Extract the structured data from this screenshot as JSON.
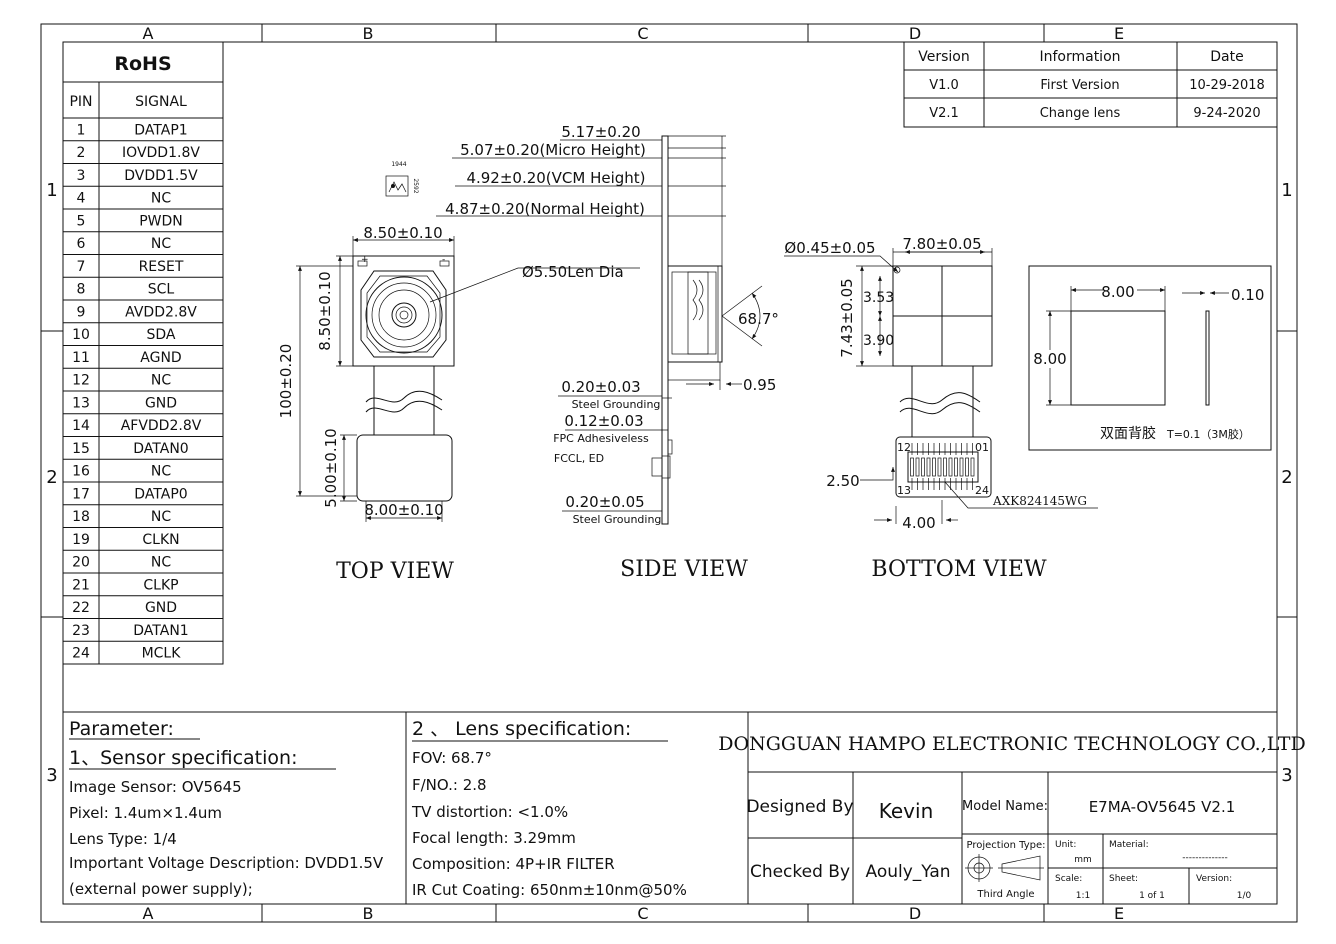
{
  "zones": {
    "cols": [
      "A",
      "B",
      "C",
      "D",
      "E"
    ],
    "rows": [
      "1",
      "2",
      "3"
    ]
  },
  "pin_table": {
    "title": "RoHS",
    "header_pin": "PIN",
    "header_signal": "SIGNAL",
    "rows": [
      [
        "1",
        "DATAP1"
      ],
      [
        "2",
        "IOVDD1.8V"
      ],
      [
        "3",
        "DVDD1.5V"
      ],
      [
        "4",
        "NC"
      ],
      [
        "5",
        "PWDN"
      ],
      [
        "6",
        "NC"
      ],
      [
        "7",
        "RESET"
      ],
      [
        "8",
        "SCL"
      ],
      [
        "9",
        "AVDD2.8V"
      ],
      [
        "10",
        "SDA"
      ],
      [
        "11",
        "AGND"
      ],
      [
        "12",
        "NC"
      ],
      [
        "13",
        "GND"
      ],
      [
        "14",
        "AFVDD2.8V"
      ],
      [
        "15",
        "DATAN0"
      ],
      [
        "16",
        "NC"
      ],
      [
        "17",
        "DATAP0"
      ],
      [
        "18",
        "NC"
      ],
      [
        "19",
        "CLKN"
      ],
      [
        "20",
        "NC"
      ],
      [
        "21",
        "CLKP"
      ],
      [
        "22",
        "GND"
      ],
      [
        "23",
        "DATAN1"
      ],
      [
        "24",
        "MCLK"
      ]
    ]
  },
  "revision": {
    "headers": [
      "Version",
      "Information",
      "Date"
    ],
    "rows": [
      [
        "V1.0",
        "First Version",
        "10-29-2018"
      ],
      [
        "V2.1",
        "Change lens",
        "9-24-2020"
      ]
    ]
  },
  "views": {
    "top": {
      "title": "TOP VIEW",
      "dim_width": "8.50±0.10",
      "dim_height": "8.50±0.10",
      "dim_total": "100±0.20",
      "dim_pad_h": "5.00±0.10",
      "dim_pad_w": "8.00±0.10",
      "lens_dia": "Ø5.50Len Dia",
      "label_a": "1944",
      "label_b": "2592"
    },
    "side": {
      "title": "SIDE VIEW",
      "h1": "5.17±0.20",
      "h2": "5.07±0.20(Micro Height)",
      "h3": "4.92±0.20(VCM Height)",
      "h4": "4.87±0.20(Normal Height)",
      "angle": "68.7°",
      "d095": "0.95",
      "steel1_dim": "0.20±0.03",
      "steel1_label": "Steel Grounding",
      "fpc_dim": "0.12±0.03",
      "fpc_label": "FPC Adhesiveless",
      "fccl": "FCCL, ED",
      "steel2_dim": "0.20±0.05",
      "steel2_label": "Steel Grounding"
    },
    "bottom": {
      "title": "BOTTOM VIEW",
      "hole": "Ø0.45±0.05",
      "width": "7.80±0.05",
      "height": "7.43±0.05",
      "d353": "3.53",
      "d390": "3.90",
      "pin12": "12",
      "pin01": "01",
      "pin13": "13",
      "pin24": "24",
      "connector": "AXK824145WG",
      "d250": "2.50",
      "d400": "4.00"
    },
    "tape": {
      "w": "8.00",
      "h": "8.00",
      "t": "0.10",
      "note": "双面背胶",
      "note_small": "T=0.1（3M胶）"
    }
  },
  "params": {
    "title": "Parameter:",
    "sensor_title": "1、Sensor specification:",
    "sensor_lines": [
      "Image Sensor: OV5645",
      "Pixel: 1.4um×1.4um",
      "Lens Type: 1/4",
      "Important Voltage Description: DVDD1.5V",
      "(external power supply);"
    ],
    "lens_title": "2 、 Lens specification:",
    "lens_lines": [
      "FOV: 68.7°",
      "F/NO.: 2.8",
      "TV distortion: <1.0%",
      "Focal length: 3.29mm",
      "Composition: 4P+IR  FILTER",
      "IR Cut Coating: 650nm±10nm@50%"
    ]
  },
  "title_block": {
    "company": "DONGGUAN HAMPO ELECTRONIC TECHNOLOGY CO.,LTD",
    "designed_label": "Designed By",
    "designed_value": "Kevin",
    "checked_label": "Checked By",
    "checked_value": "Aouly_Yan",
    "model_label": "Model Name:",
    "model_value": "E7MA-OV5645 V2.1",
    "projection_label": "Projection Type:",
    "projection_value": "Third Angle",
    "unit_label": "Unit:",
    "unit_value": "mm",
    "material_label": "Material:",
    "material_value": "--------------",
    "scale_label": "Scale:",
    "scale_value": "1:1",
    "sheet_label": "Sheet:",
    "sheet_value": "1 of 1",
    "version_label": "Version:",
    "version_value": "1/0"
  }
}
